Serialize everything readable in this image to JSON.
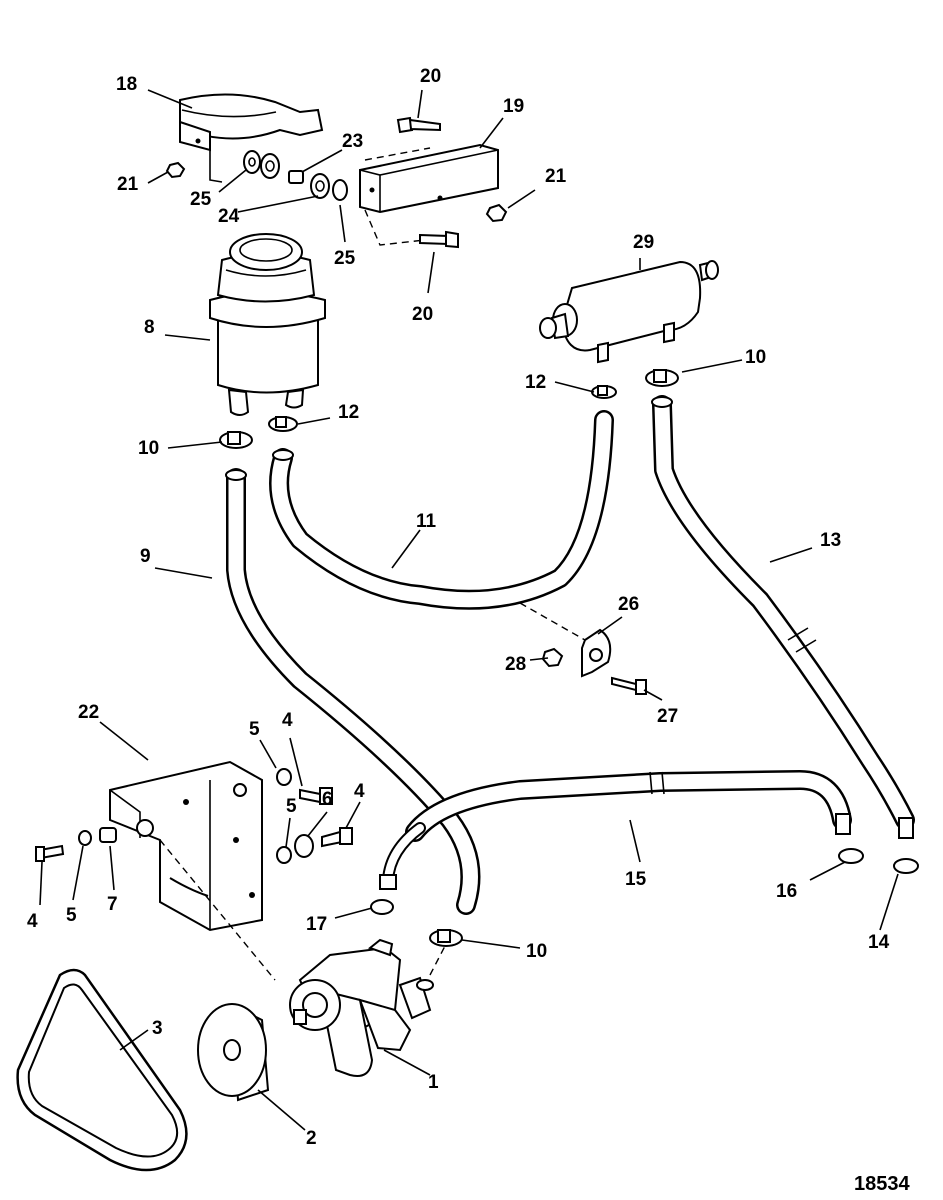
{
  "diagram": {
    "reference_number": "18534",
    "callouts": {
      "c1": "1",
      "c2": "2",
      "c3": "3",
      "c4a": "4",
      "c4b": "4",
      "c4c": "4",
      "c5a": "5",
      "c5b": "5",
      "c5c": "5",
      "c6": "6",
      "c7": "7",
      "c8": "8",
      "c9": "9",
      "c10a": "10",
      "c10b": "10",
      "c10c": "10",
      "c11": "11",
      "c12a": "12",
      "c12b": "12",
      "c13": "13",
      "c14": "14",
      "c15": "15",
      "c16": "16",
      "c17": "17",
      "c18": "18",
      "c19": "19",
      "c20a": "20",
      "c20b": "20",
      "c21a": "21",
      "c21b": "21",
      "c22": "22",
      "c23": "23",
      "c24a": "24",
      "c25a": "25",
      "c25b": "25",
      "c26": "26",
      "c27": "27",
      "c28": "28",
      "c29": "29"
    }
  }
}
